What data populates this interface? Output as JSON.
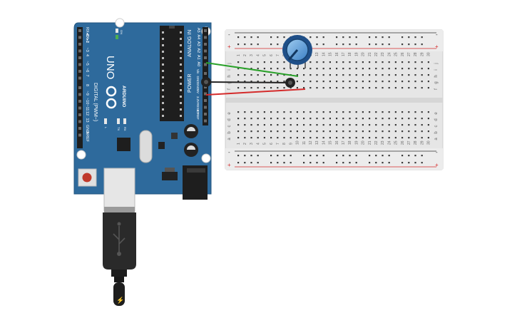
{
  "arduino": {
    "model": "UNO",
    "brand": "ARDUINO",
    "digital_header_label": "DIGITAL (PWM~)",
    "analog_header_label": "ANALOG IN",
    "power_header_label": "POWER",
    "on_led_label": "ON",
    "l_led_label": "L",
    "tx_label": "TX",
    "rx_label": "RX",
    "digital_pins": [
      "RX◂0",
      "TX▸1",
      "2",
      "~3",
      "4",
      "~5",
      "~6",
      "7",
      "8",
      "~9",
      "~10",
      "~11",
      "12",
      "13",
      "GND",
      "AREF"
    ],
    "analog_pins": [
      "A5",
      "A4",
      "A3",
      "A2",
      "A1",
      "A0"
    ],
    "power_pins": [
      "Vin",
      "GND",
      "GND",
      "5V",
      "3.3V",
      "RESET",
      "IOREF"
    ]
  },
  "breadboard": {
    "columns": [
      "1",
      "2",
      "3",
      "4",
      "5",
      "6",
      "7",
      "8",
      "9",
      "10",
      "11",
      "12",
      "13",
      "14",
      "15",
      "16",
      "17",
      "18",
      "19",
      "20",
      "21",
      "22",
      "23",
      "24",
      "25",
      "26",
      "27",
      "28",
      "29",
      "30"
    ],
    "top_rows": [
      "j",
      "i",
      "h",
      "g",
      "f"
    ],
    "bottom_rows": [
      "e",
      "d",
      "c",
      "b",
      "a"
    ],
    "minus_label": "-",
    "plus_label": "+"
  },
  "colors": {
    "board": "#2e6a9c",
    "wire_signal": "#2aa12a",
    "wire_ground": "#222222",
    "wire_power": "#d42a2a",
    "pot_body": "#2a5d9c"
  },
  "icons": {
    "usb": "usb-icon",
    "plug_bolt": "lightning-icon"
  }
}
